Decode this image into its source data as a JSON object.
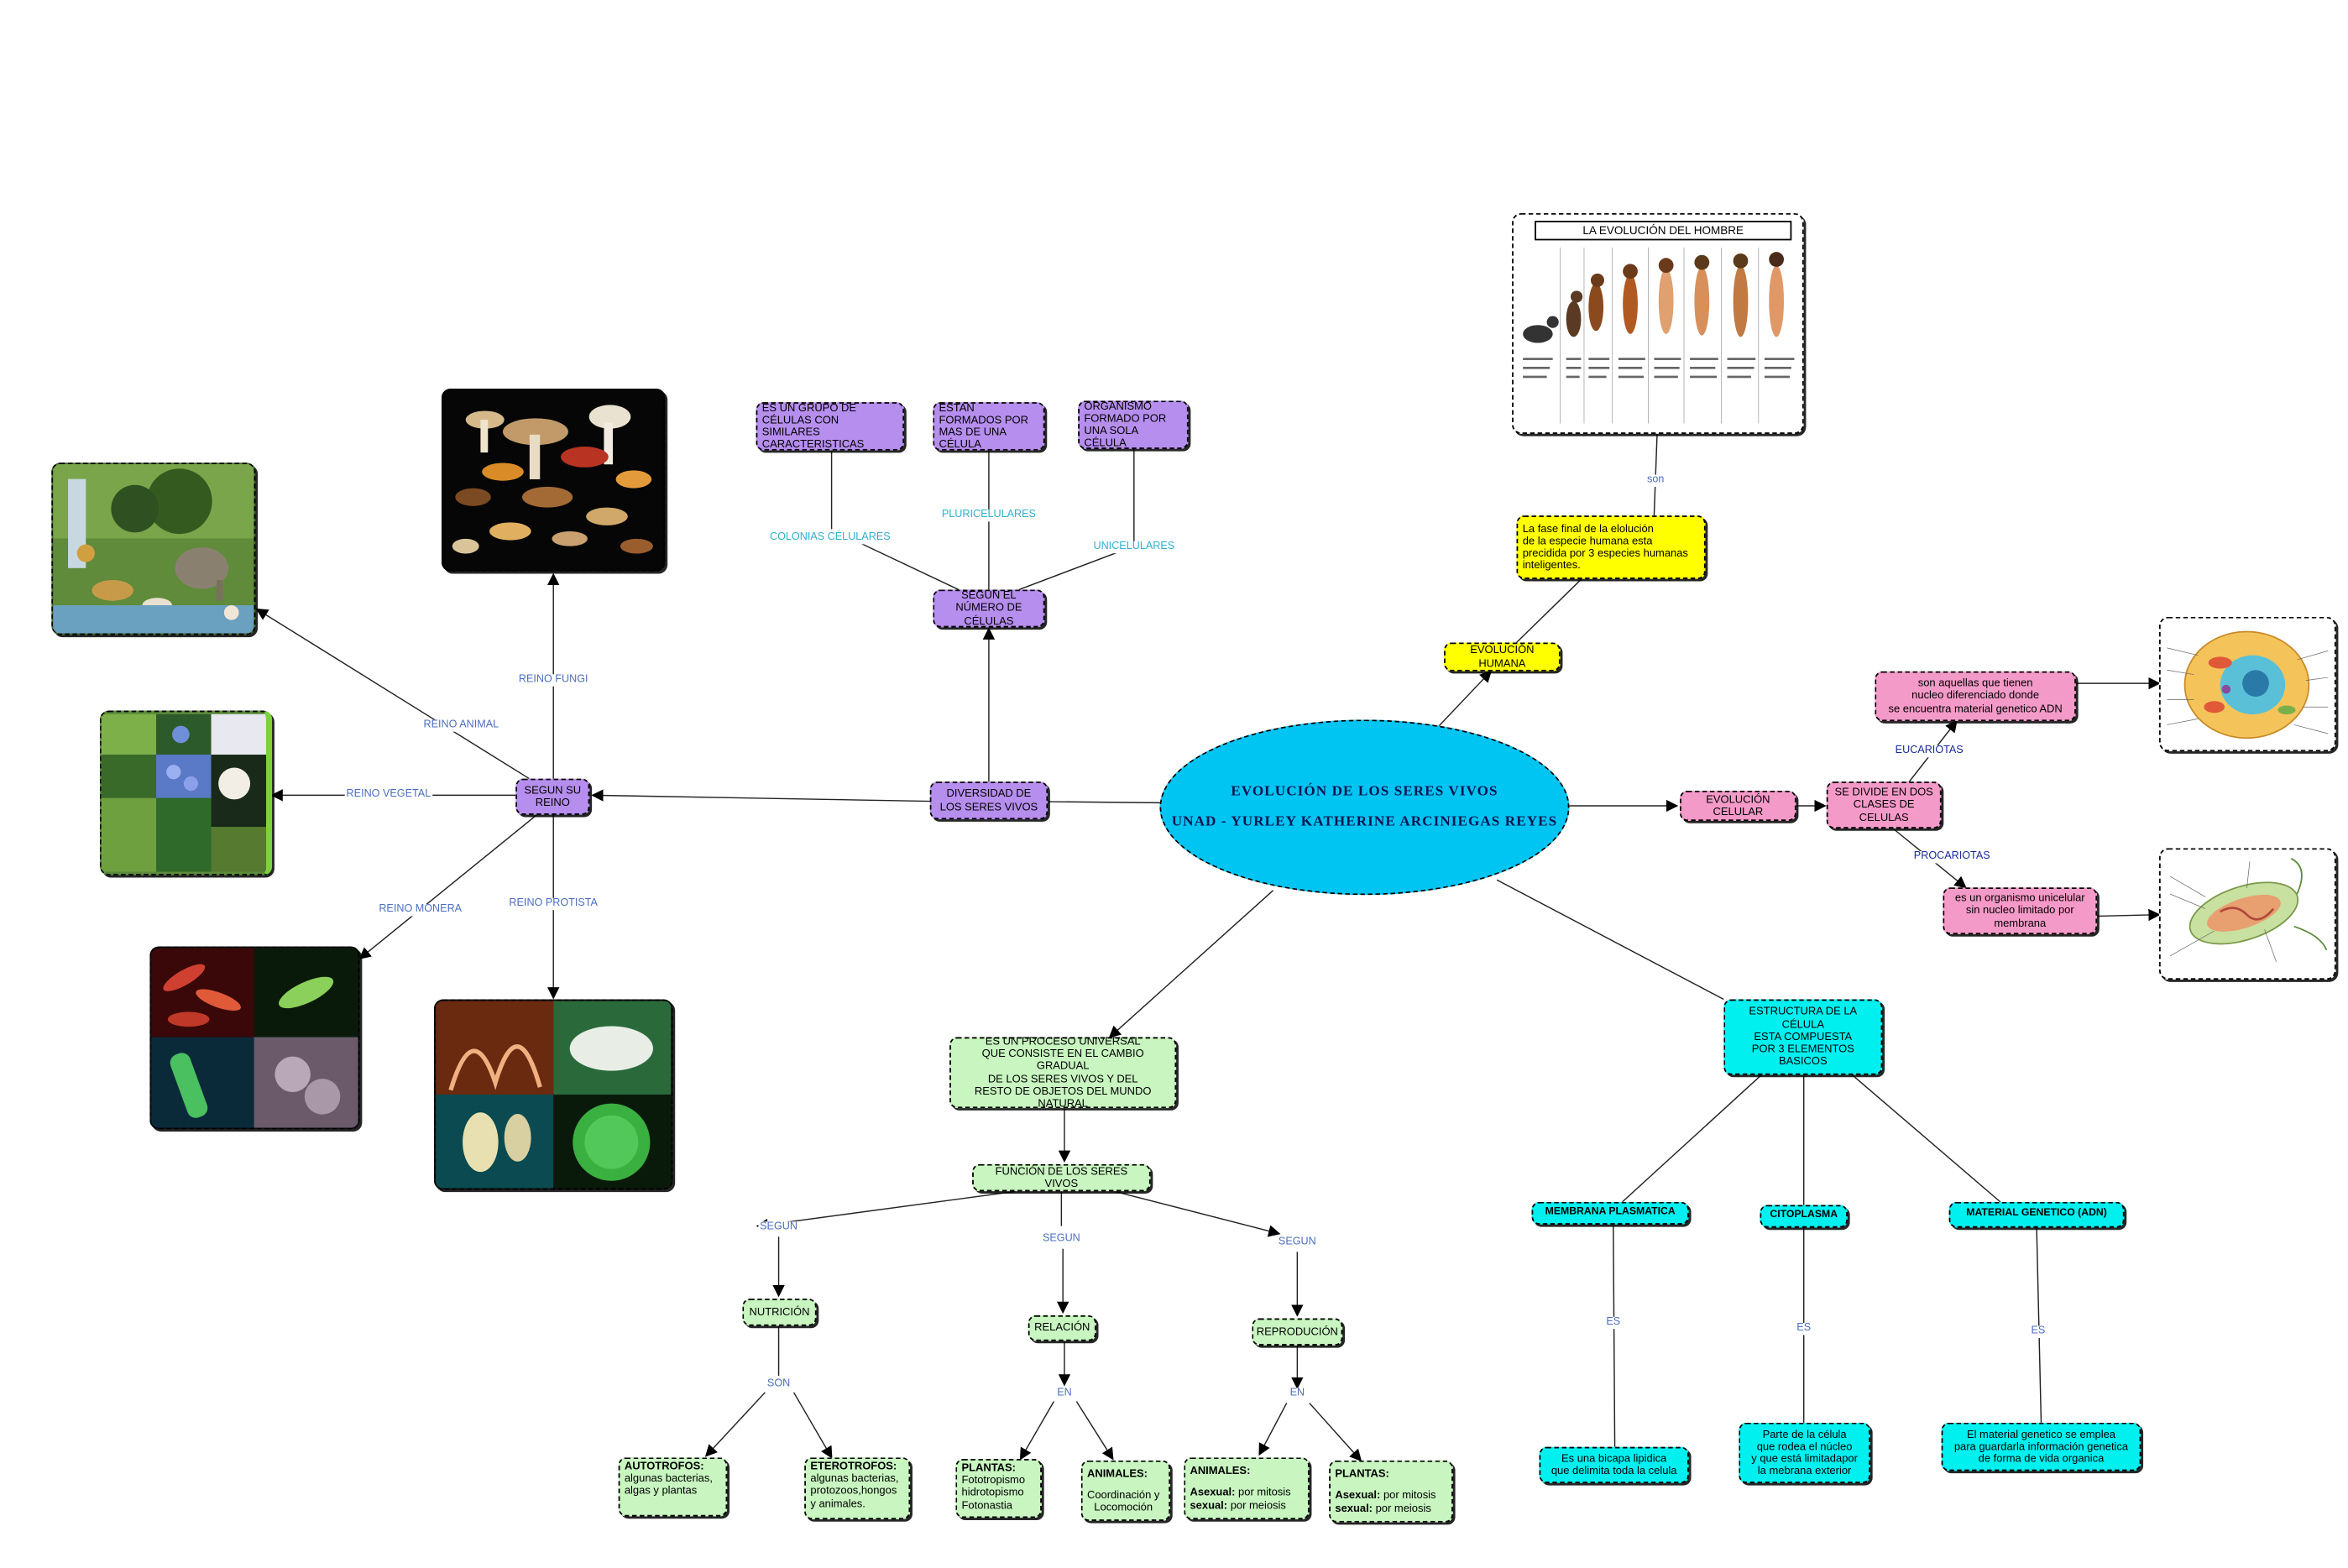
{
  "colors": {
    "lavender": "#b68eee",
    "green": "#c8f5c0",
    "pink": "#f49ac8",
    "yellow": "#ffff00",
    "cyan": "#00f0f0",
    "center": "#00c4f2",
    "edge_label": "#4d6fbf",
    "cyan_label": "#2fb0cc",
    "procariota_label": "#1a2a9a"
  },
  "center": {
    "line1": "EVOLUCIÓN DE LOS SERES VIVOS",
    "line2": "UNAD - YURLEY KATHERINE ARCINIEGAS REYES"
  },
  "diversidad": {
    "title": "DIVERSIDAD DE LOS SERES VIVOS",
    "segun_reino": "SEGUN SU REINO",
    "segun_numero": "SEGUN EL NÚMERO DE CÉLULAS",
    "reinos": {
      "fungi": "REINO FUNGI",
      "animal": "REINO ANIMAL",
      "vegetal": "REINO VEGETAL",
      "monera": "REINO MONERA",
      "protista": "REINO PROTISTA"
    },
    "celulas": {
      "colonias_label": "COLONIAS CÉLULARES",
      "pluri_label": "PLURICELULARES",
      "uni_label": "UNICELULARES",
      "colonias_def": "ES UN GRUPO DE CÉLULAS CON SIMILARES CARACTERISTICAS",
      "pluri_def": "ESTAN FORMADOS POR MAS DE UNA CÉLULA",
      "uni_def": "ORGANISMO FORMADO POR UNA SOLA CÉLULA"
    }
  },
  "evolucion_humana": {
    "title": "EVOLUCIÓN HUMANA",
    "desc": "La fase final de la elolución\nde la especie humana esta\nprecidida por 3 especies humanas\ninteligentes.",
    "son": "son",
    "panel_title": "LA EVOLUCIÓN DEL HOMBRE"
  },
  "evolucion_celular": {
    "title": "EVOLUCIÓN CELULAR",
    "divide": "SE DIVIDE EN DOS CLASES DE CELULAS",
    "eucariotas": "EUCARIOTAS",
    "procariotas": "PROCARIOTAS",
    "euca_def": "son aquellas que tienen\nnucleo diferenciado donde\nse encuentra material genetico ADN",
    "proca_def": "es un organismo unicelular\nsin nucleo limitado por\nmembrana"
  },
  "estructura": {
    "title": "ESTRUCTURA DE LA CÉLULA\nESTA COMPUESTA\nPOR 3 ELEMENTOS BASICOS",
    "es": "ES",
    "membrana": "MEMBRANA PLASMATICA",
    "citoplasma": "CITOPLASMA",
    "material": "MATERIAL GENETICO (ADN)",
    "membrana_def": "Es una bicapa lipidica\nque delimita toda la celula",
    "citoplasma_def": "Parte de la célula\nque rodea el núcleo\ny que está limitadapor\nla mebrana exterior",
    "material_def": "El material genetico se emplea\npara guardarla información genetica\nde forma de vida organica"
  },
  "proceso": {
    "def": "ES UN PROCESO UNIVERSAL\nQUE CONSISTE EN EL CAMBIO GRADUAL\nDE LOS SERES VIVOS Y DEL\nRESTO DE OBJETOS DEL MUNDO NATURAL",
    "funcion": "FUNCIÓN DE LOS SERES VIVOS",
    "segun": "SEGUN",
    "son": "SON",
    "en": "EN",
    "nutricion": "NUTRICIÓN",
    "relacion": "RELACIÓN",
    "reproduccion": "REPRODUCIÓN",
    "autotrofos_t": "AUTOTROFOS:",
    "autotrofos_d": "algunas bacterias,\nalgas y plantas",
    "heterotrofos_t": "ETEROTROFOS:",
    "heterotrofos_d": "algunas bacterias,\nprotozoos,hongos\ny animales.",
    "plantas_rel_t": "PLANTAS:",
    "plantas_rel_d": "Fototropismo\nhidrotopismo\nFotonastia",
    "animales_rel_t": "ANIMALES:",
    "animales_rel_d": "Coordinación y\nLocomoción",
    "animales_rep_t": "ANIMALES:",
    "animales_rep_k1": "Asexual:",
    "animales_rep_v1": " por mitosis",
    "animales_rep_k2": "sexual:",
    "animales_rep_v2": " por meiosis",
    "plantas_rep_t": "PLANTAS:",
    "plantas_rep_k1": "Asexual:",
    "plantas_rep_v1": " por mitosis",
    "plantas_rep_k2": "sexual:",
    "plantas_rep_v2": " por meiosis"
  }
}
